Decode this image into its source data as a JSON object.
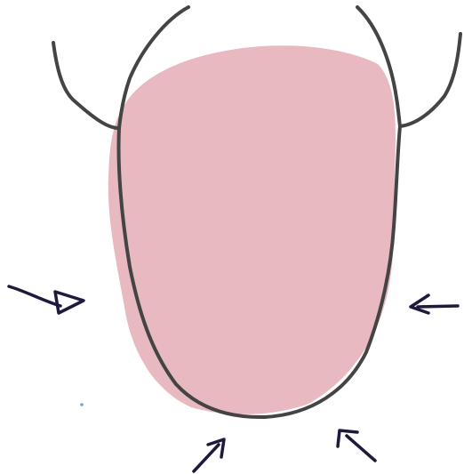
{
  "illustration": {
    "subject": "tongue-drawing",
    "colors": {
      "background": "#ffffff",
      "tongue_fill": "#e8b9c0",
      "outline": "#444444",
      "arrows": "#1f1a3d",
      "speck": "#6aa7d8"
    },
    "arrows": [
      {
        "name": "arrow-left",
        "direction": "pointing-right"
      },
      {
        "name": "arrow-right",
        "direction": "pointing-left"
      },
      {
        "name": "arrow-bottom-left",
        "direction": "pointing-up-right"
      },
      {
        "name": "arrow-bottom-right",
        "direction": "pointing-up-left"
      }
    ]
  }
}
